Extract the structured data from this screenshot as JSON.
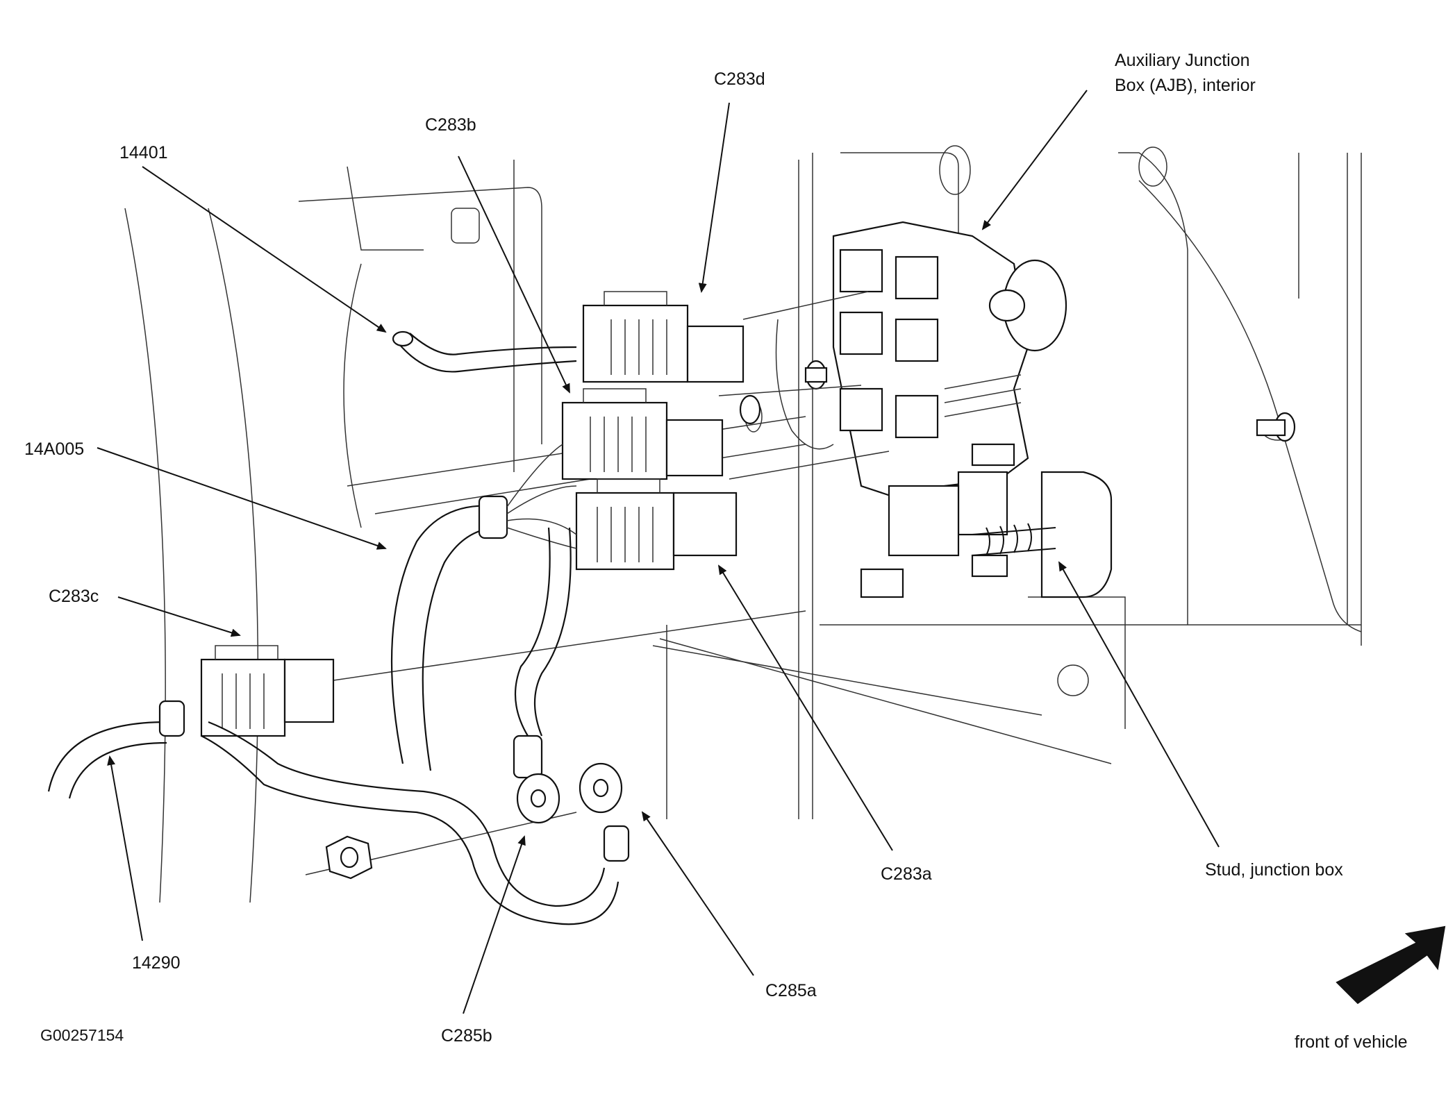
{
  "figure_id": "G00257154",
  "direction_label": "front of vehicle",
  "labels": {
    "c283d": "C283d",
    "c283b": "C283b",
    "w14401": "14401",
    "w14a005": "14A005",
    "c283c": "C283c",
    "w14290": "14290",
    "ajb_line1": "Auxiliary Junction",
    "ajb_line2": "Box (AJB), interior",
    "c283a": "C283a",
    "stud": "Stud, junction box",
    "c285a": "C285a",
    "c285b": "C285b"
  },
  "colors": {
    "ink": "#111111",
    "background": "#ffffff"
  }
}
